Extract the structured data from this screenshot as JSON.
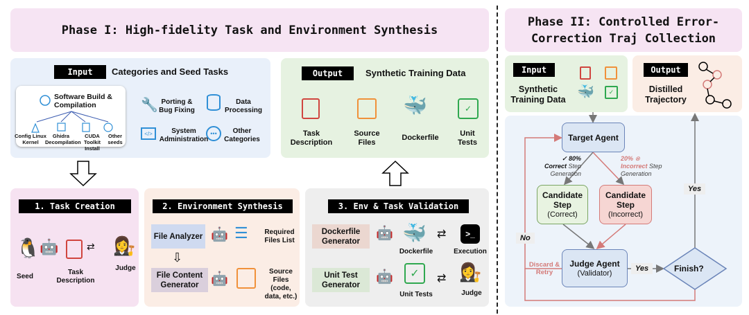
{
  "phase1": {
    "title": "Phase I: High-fidelity Task and Environment Synthesis",
    "input": {
      "tag": "Input",
      "heading": "Categories and Seed Tasks",
      "main_category": "Software Build & Compilation",
      "seeds": [
        "Config Linux Kernel",
        "Ghidra Decompilation",
        "CUDA Toolkit Install",
        "Other seeds"
      ],
      "categories": [
        "Porting & Bug Fixing",
        "Data Processing",
        "System Administration",
        "Other Categories"
      ]
    },
    "output": {
      "tag": "Output",
      "heading": "Synthetic Training Data",
      "items": [
        "Task Description",
        "Source Files",
        "Dockerfile",
        "Unit Tests"
      ]
    },
    "step1": {
      "title": "1. Task Creation",
      "seed": "Seed",
      "task": "Task Description",
      "judge": "Judge"
    },
    "step2": {
      "title": "2. Environment Synthesis",
      "analyzer": "File Analyzer",
      "required": "Required Files List",
      "generator": "File Content Generator",
      "source": "Source Files (code, data, etc.)"
    },
    "step3": {
      "title": "3. Env & Task Validation",
      "docker_gen": "Dockerfile Generator",
      "dockerfile": "Dockerfile",
      "execution": "Execution",
      "test_gen": "Unit Test Generator",
      "unit_tests": "Unit Tests",
      "judge": "Judge"
    }
  },
  "phase2": {
    "title": "Phase II: Controlled Error-Correction Traj Collection",
    "input": {
      "tag": "Input",
      "label": "Synthetic Training Data"
    },
    "output": {
      "tag": "Output",
      "label": "Distilled Trajectory"
    },
    "flow": {
      "target": "Target Agent",
      "correct_pct": "80%",
      "correct_word": "Correct",
      "correct_rest": "Step Generation",
      "incorrect_pct": "20%",
      "incorrect_word": "Incorrect",
      "incorrect_rest": "Step Generation",
      "cand_title": "Candidate Step",
      "cand_correct": "(Correct)",
      "cand_incorrect": "(Incorrect)",
      "judge": "Judge Agent",
      "judge_sub": "(Validator)",
      "finish": "Finish?",
      "yes": "Yes",
      "yes_up": "Yes",
      "no": "No",
      "discard": "Discard & Retry"
    }
  },
  "colors": {
    "red": "#d0453f",
    "green": "#2fa84f",
    "blue": "#2f8fd6",
    "orange": "#f0913a",
    "loop": "#d47a78"
  }
}
